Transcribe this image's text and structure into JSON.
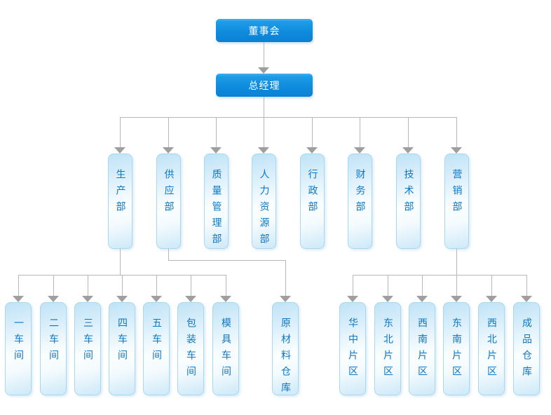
{
  "org_chart": {
    "root": "董事会",
    "general_manager": "总经理",
    "departments": [
      "生产部",
      "供应部",
      "质量管理部",
      "人力资源部",
      "行政部",
      "财务部",
      "技术部",
      "营销部"
    ],
    "production_children": [
      "一车间",
      "二车间",
      "三车间",
      "四车间",
      "五车间",
      "包装车间",
      "模具车间"
    ],
    "supply_children": [
      "原材料仓库"
    ],
    "marketing_children": [
      "华中片区",
      "东北片区",
      "西南片区",
      "东南片区",
      "西北片区",
      "成品仓库"
    ],
    "colors": {
      "executive_box_top": "#41b3f0",
      "executive_box_bottom": "#0a80d4",
      "executive_text": "#ffffff",
      "pill_border": "#a9d7ef",
      "pill_fill_blue": "#bfe3f7",
      "pill_fill_light": "#ffffff",
      "pill_text": "#0d77c5",
      "connector_line": "#b6b6b6",
      "arrowhead": "#9f9f9f",
      "background": "#ffffff"
    }
  }
}
